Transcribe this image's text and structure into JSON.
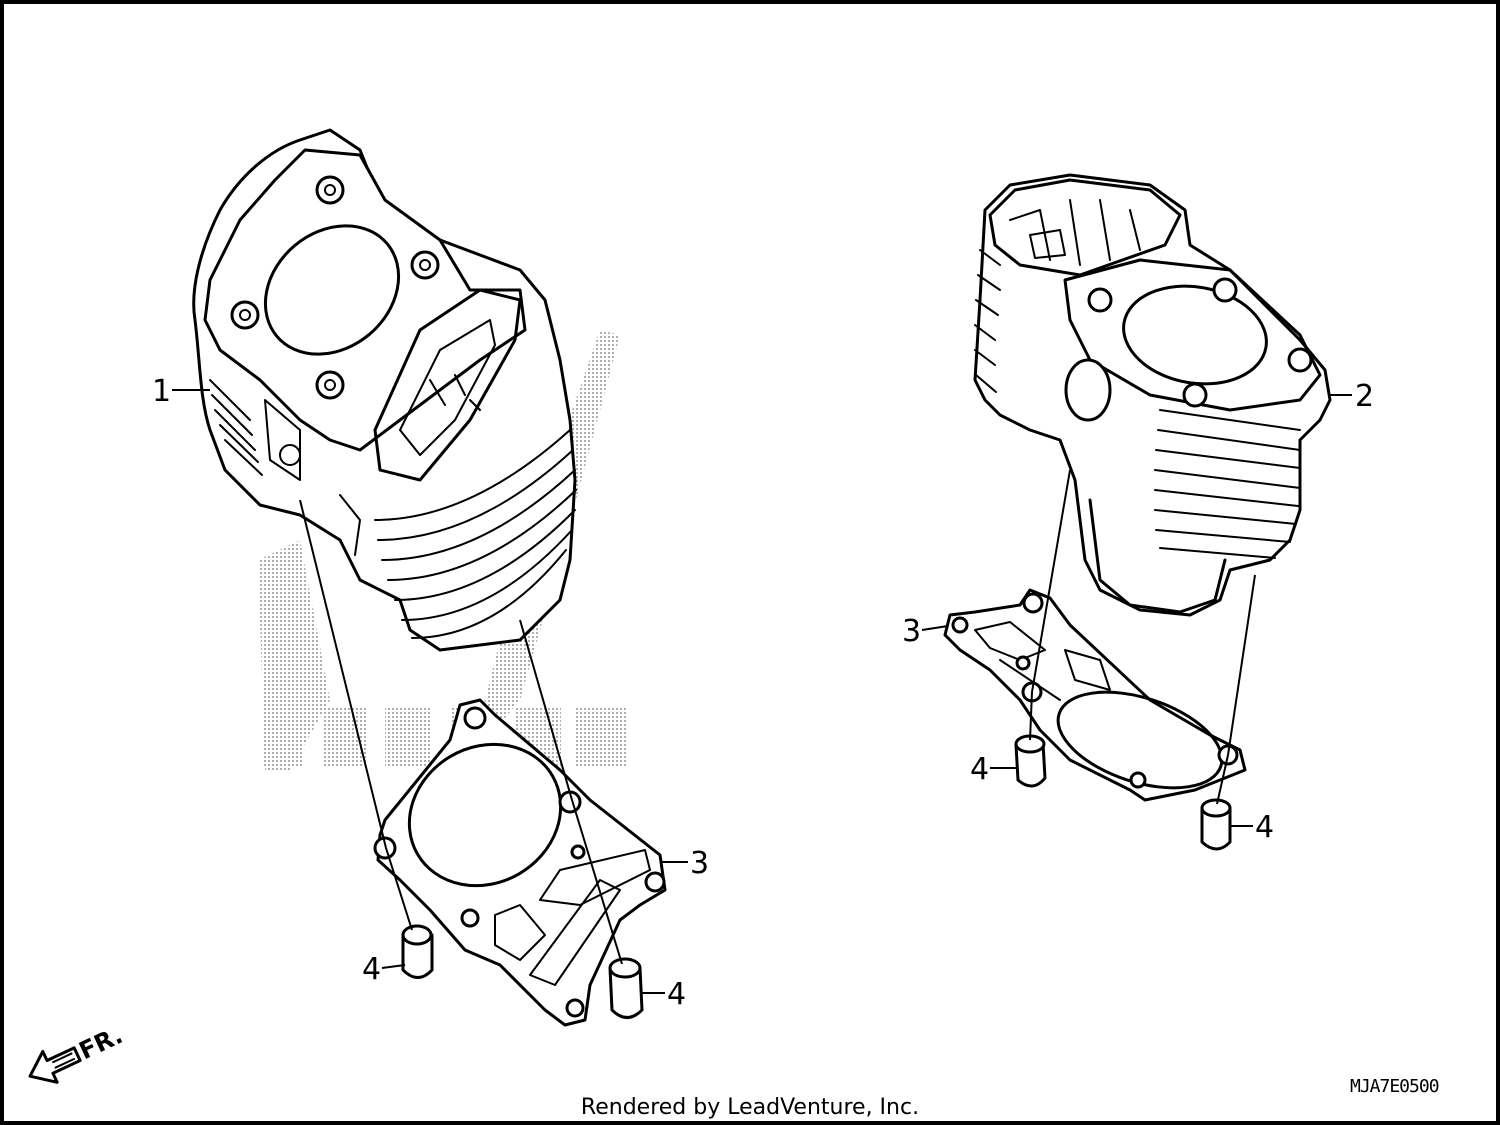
{
  "callouts": {
    "left_cylinder": "1",
    "right_cylinder": "2",
    "left_gasket": "3",
    "right_gasket": "3",
    "left_dowel_a": "4",
    "left_dowel_b": "4",
    "right_dowel_a": "4",
    "right_dowel_b": "4"
  },
  "front_indicator": "FR.",
  "diagram_code": "MJA7E0500",
  "credit": "Rendered by LeadVenture, Inc.",
  "colors": {
    "line": "#000000",
    "background": "#ffffff",
    "watermark": "#9a9a9a"
  }
}
